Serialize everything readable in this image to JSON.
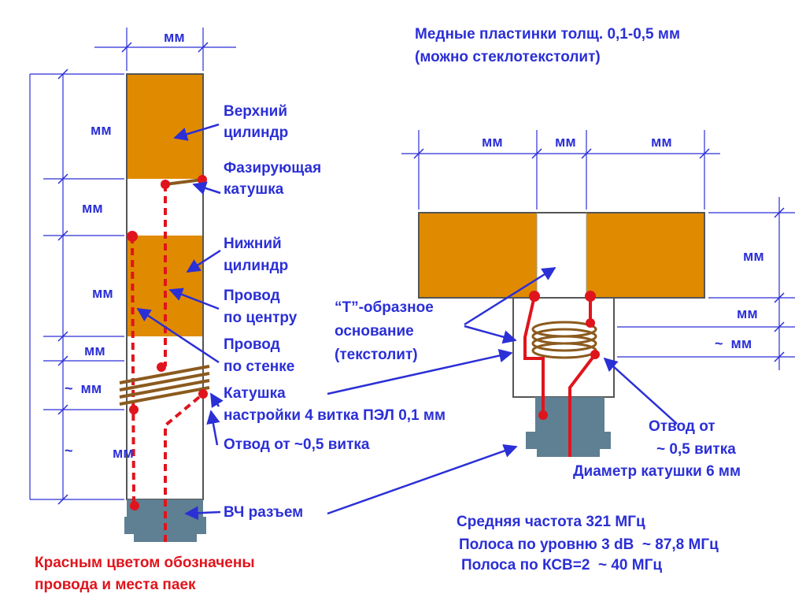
{
  "colors": {
    "text": "#2b2fd6",
    "copper": "#e08a00",
    "wire": "#e0141c",
    "coil": "#8b5a1e",
    "connector": "#5f7f93",
    "outline": "#555555"
  },
  "left": {
    "dims": {
      "width": "мм",
      "upper_cyl": "мм",
      "gap": "мм",
      "lower_cyl": "мм",
      "mid": "мм",
      "coil": "~  мм",
      "bottom_tilde": "~",
      "bottom": "мм"
    },
    "labels": {
      "upper_cylinder": [
        "Верхний",
        "цилиндр"
      ],
      "phasing_coil": [
        "Фазирующая",
        "катушка"
      ],
      "lower_cylinder": [
        "Нижний",
        "цилиндр"
      ],
      "center_wire": [
        "Провод",
        "по центру"
      ],
      "wall_wire": [
        "Провод",
        "по стенке"
      ],
      "tuning_coil": [
        "Катушка",
        "настройки 4 витка ПЭЛ 0,1 мм"
      ],
      "tap": "Отвод от ~0,5 витка",
      "rf_connector": "ВЧ разъем"
    },
    "legend": [
      "Красным цветом обозначены",
      "провода и места паек"
    ]
  },
  "right": {
    "title": [
      "Медные пластинки толщ. 0,1-0,5 мм",
      "(можно стеклотекстолит)"
    ],
    "dims": {
      "left_plate": "мм",
      "gap": "мм",
      "right_plate": "мм",
      "plate_height": "мм",
      "base_top": "мм",
      "coil": "~  мм"
    },
    "labels": {
      "t_base": [
        "“Т”-образное",
        "основание",
        "(текстолит)"
      ],
      "tap": [
        "Отвод от",
        "~ 0,5 витка"
      ],
      "coil_diameter": "Диаметр катушки 6 мм"
    },
    "specs": [
      "Средняя частота 321 МГц",
      "Полоса по уровню 3 dB  ~ 87,8 МГц",
      "Полоса по КСВ=2  ~ 40 МГц"
    ]
  }
}
